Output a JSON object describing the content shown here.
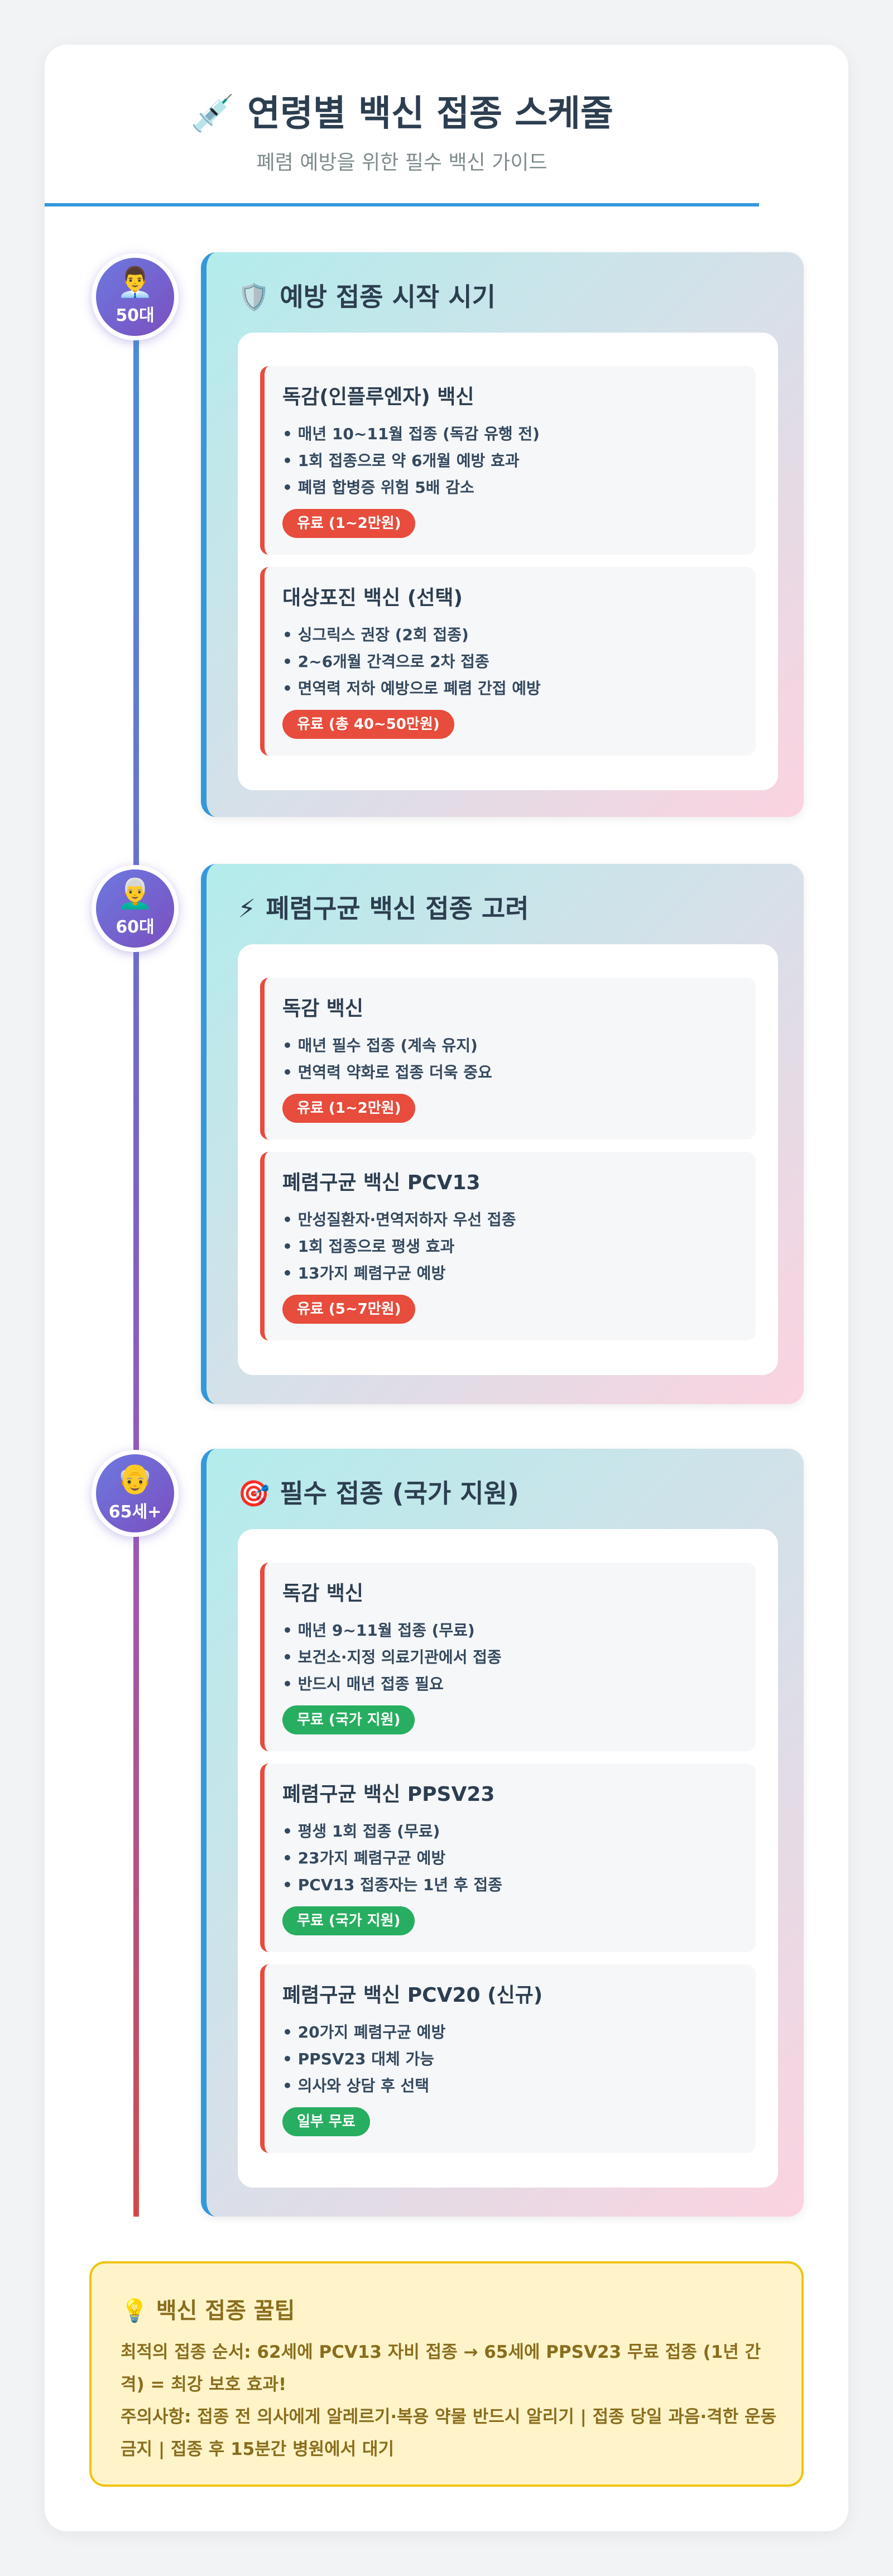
{
  "header": {
    "icon": "💉",
    "title": "연령별 백신 접종 스케줄",
    "subtitle": "폐렴 예방을 위한 필수 백신 가이드"
  },
  "colors": {
    "accent": "#3498db",
    "paid": "#e74c3c",
    "free": "#27ae60",
    "tip_border": "#f1c40f"
  },
  "stages": [
    {
      "badge_icon": "👨‍💼",
      "badge_label": "50대",
      "section_icon": "🛡️",
      "section_title": "예방 접종 시작 시기",
      "vaccines": [
        {
          "name": "독감(인플루엔자) 백신",
          "points": [
            "매년 10~11월 접종 (독감 유행 전)",
            "1회 접종으로 약 6개월 예방 효과",
            "폐렴 합병증 위험 5배 감소"
          ],
          "cost": "유료 (1~2만원)",
          "cost_type": "paid"
        },
        {
          "name": "대상포진 백신 (선택)",
          "points": [
            "싱그릭스 권장 (2회 접종)",
            "2~6개월 간격으로 2차 접종",
            "면역력 저하 예방으로 폐렴 간접 예방"
          ],
          "cost": "유료 (총 40~50만원)",
          "cost_type": "paid"
        }
      ]
    },
    {
      "badge_icon": "👨‍🦳",
      "badge_label": "60대",
      "section_icon": "⚡",
      "section_title": "폐렴구균 백신 접종 고려",
      "vaccines": [
        {
          "name": "독감 백신",
          "points": [
            "매년 필수 접종 (계속 유지)",
            "면역력 약화로 접종 더욱 중요"
          ],
          "cost": "유료 (1~2만원)",
          "cost_type": "paid"
        },
        {
          "name": "폐렴구균 백신 PCV13",
          "points": [
            "만성질환자·면역저하자 우선 접종",
            "1회 접종으로 평생 효과",
            "13가지 폐렴구균 예방"
          ],
          "cost": "유료 (5~7만원)",
          "cost_type": "paid"
        }
      ]
    },
    {
      "badge_icon": "👴",
      "badge_label": "65세+",
      "section_icon": "🎯",
      "section_title": "필수 접종 (국가 지원)",
      "vaccines": [
        {
          "name": "독감 백신",
          "points": [
            "매년 9~11월 접종 (무료)",
            "보건소·지정 의료기관에서 접종",
            "반드시 매년 접종 필요"
          ],
          "cost": "무료 (국가 지원)",
          "cost_type": "free"
        },
        {
          "name": "폐렴구균 백신 PPSV23",
          "points": [
            "평생 1회 접종 (무료)",
            "23가지 폐렴구균 예방",
            "PCV13 접종자는 1년 후 접종"
          ],
          "cost": "무료 (국가 지원)",
          "cost_type": "free"
        },
        {
          "name": "폐렴구균 백신 PCV20 (신규)",
          "points": [
            "20가지 폐렴구균 예방",
            "PPSV23 대체 가능",
            "의사와 상담 후 선택"
          ],
          "cost": "일부 무료",
          "cost_type": "free"
        }
      ]
    }
  ],
  "tips": {
    "icon": "💡",
    "title": "백신 접종 꿀팁",
    "line1": "최적의 접종 순서: 62세에 PCV13 자비 접종 → 65세에 PPSV23 무료 접종 (1년 간격) = 최강 보호 효과!",
    "line2": "주의사항: 접종 전 의사에게 알레르기·복용 약물 반드시 알리기 | 접종 당일 과음·격한 운동 금지 | 접종 후 15분간 병원에서 대기"
  }
}
